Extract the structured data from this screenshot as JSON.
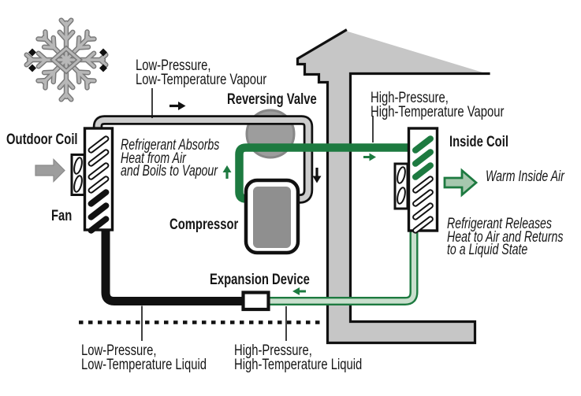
{
  "labels": {
    "outdoor_coil": "Outdoor Coil",
    "fan": "Fan",
    "low_pressure_vapour": "Low-Pressure,\nLow-Temperature Vapour",
    "reversing_valve": "Reversing Valve",
    "compressor": "Compressor",
    "expansion_device": "Expansion Device",
    "inside_coil": "Inside Coil",
    "high_pressure_vapour": "High-Pressure,\nHigh-Temperature Vapour",
    "warm_inside_air": "Warm Inside Air",
    "refrigerant_absorbs": "Refrigerant Absorbs\nHeat from Air\nand Boils to Vapour",
    "refrigerant_releases": "Refrigerant Releases\nHeat to Air and Returns\nto a Liquid State",
    "low_pressure_liquid": "Low-Pressure,\nLow-Temperature Liquid",
    "high_pressure_liquid": "High-Pressure,\nHigh-Temperature Liquid"
  },
  "colors": {
    "pipe_green": "#1d7a40",
    "pipe_green_light": "#c9dfcd",
    "arrow_green_fill": "#a6c8ae",
    "house_gray": "#c6c6c6",
    "metal_gray": "#9d9d9d",
    "compressor_gray": "#8f8f8f",
    "tube_gray": "#cccccc",
    "ink": "#111111"
  }
}
